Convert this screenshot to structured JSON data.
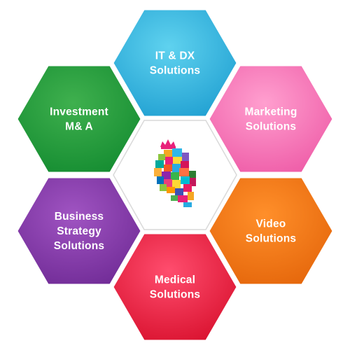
{
  "diagram": {
    "center": {
      "logo": "colorful-puzzle-map-logo-with-crown",
      "border_color": "#d9d9d9"
    },
    "segments": [
      {
        "id": "it-dx",
        "lines": [
          "IT & DX",
          "Solutions"
        ],
        "color_light": "#5fd2ef",
        "color_dark": "#1f9fd1"
      },
      {
        "id": "marketing",
        "lines": [
          "Marketing",
          "Solutions"
        ],
        "color_light": "#ff9fcf",
        "color_dark": "#ee5aa6"
      },
      {
        "id": "video",
        "lines": [
          "Video",
          "Solutions"
        ],
        "color_light": "#ff8f2a",
        "color_dark": "#e4650a"
      },
      {
        "id": "medical",
        "lines": [
          "Medical",
          "Solutions"
        ],
        "color_light": "#ff4d6e",
        "color_dark": "#d8102d"
      },
      {
        "id": "business-strategy",
        "lines": [
          "Business",
          "Strategy",
          "Solutions"
        ],
        "color_light": "#a054c2",
        "color_dark": "#6f2a95"
      },
      {
        "id": "investment",
        "lines": [
          "Investment",
          "M& A"
        ],
        "color_light": "#3fb04e",
        "color_dark": "#138b30"
      }
    ]
  }
}
